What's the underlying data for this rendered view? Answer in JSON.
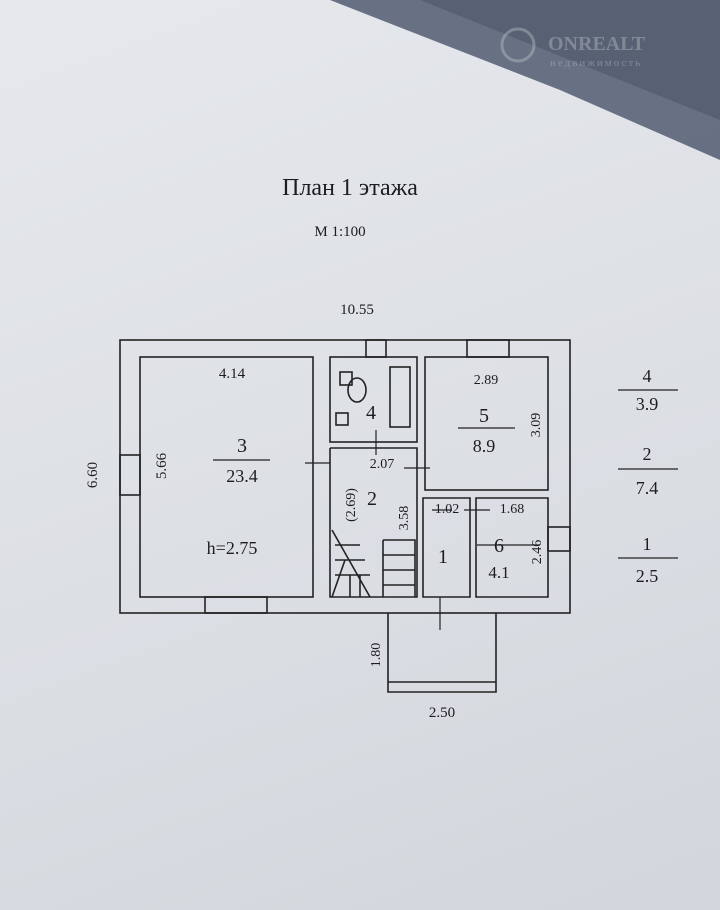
{
  "title": "План  1 этажа",
  "scale": "М 1:100",
  "watermark": {
    "brand": "ONREALT",
    "tagline": "недвижимость"
  },
  "dimensions": {
    "overall_width": "10.55",
    "overall_depth": "6.60",
    "room3_width": "4.14",
    "room3_depth": "5.66",
    "room5_width": "2.89",
    "room5_depth": "3.09",
    "room2_width": "2.07",
    "room2_depth": "(2.69)",
    "room1_depth": "3.58",
    "room1_width": "1.02",
    "room6_width": "1.68",
    "room6_depth": "2.46",
    "porch_depth": "1.80",
    "porch_width": "2.50",
    "ceiling_height": "h=2.75"
  },
  "rooms": [
    {
      "number": "3",
      "area": "23.4"
    },
    {
      "number": "4",
      "area": ""
    },
    {
      "number": "5",
      "area": "8.9"
    },
    {
      "number": "2",
      "area": ""
    },
    {
      "number": "1",
      "area": ""
    },
    {
      "number": "6",
      "area": "4.1"
    }
  ],
  "legend": [
    {
      "number": "4",
      "area": "3.9"
    },
    {
      "number": "2",
      "area": "7.4"
    },
    {
      "number": "1",
      "area": "2.5"
    }
  ]
}
